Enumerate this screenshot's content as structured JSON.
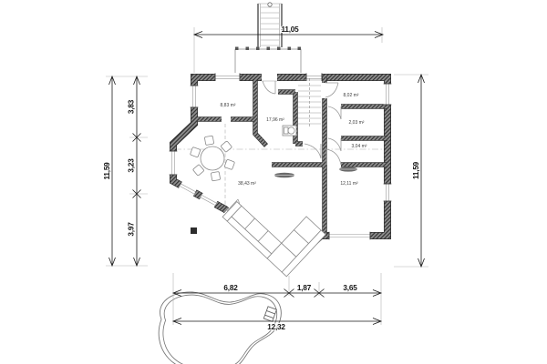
{
  "plan": {
    "rooms": [
      {
        "area": "8,83 m²"
      },
      {
        "area": "17,96 m²"
      },
      {
        "area": "8,02 m²"
      },
      {
        "area": "2,03 m²"
      },
      {
        "area": "3,04 m²"
      },
      {
        "area": "38,43 m²"
      },
      {
        "area": "12,11 m²"
      }
    ],
    "dimensions": {
      "top_width": "11,05",
      "left_total": "11,59",
      "left_segments": [
        "3,83",
        "3,23",
        "3,97"
      ],
      "right_total": "11,59",
      "bottom_segments": [
        "6,82",
        "1,87",
        "3,65"
      ],
      "bottom_total": "12,32"
    },
    "colors": {
      "wall_fill": "#8f8f8f",
      "wall_hatch": "#2f2f2f",
      "dimension_line": "#1a1a1a",
      "fixture_line": "#8a8a8a",
      "background": "#ffffff"
    }
  }
}
